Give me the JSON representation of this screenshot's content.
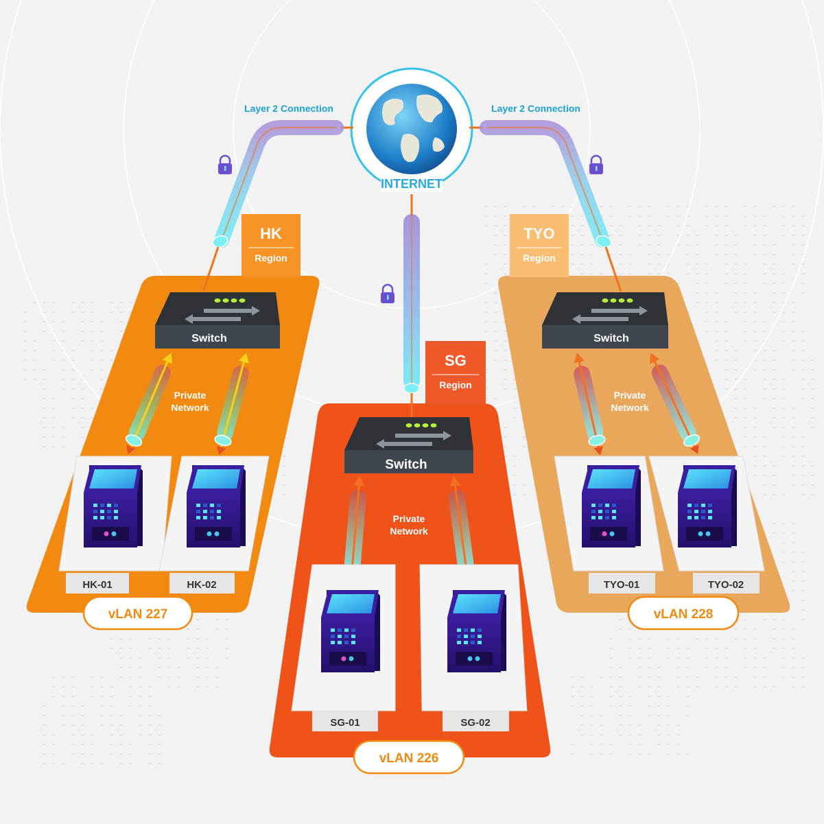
{
  "internet": {
    "label": "INTERNET"
  },
  "connections": {
    "left_label": "Layer 2 Connection",
    "right_label": "Layer 2 Connection"
  },
  "regions": [
    {
      "code": "HK",
      "region_label": "Region",
      "switch_label": "Switch",
      "private_network": [
        "Private",
        "Network"
      ],
      "servers": [
        "HK-01",
        "HK-02"
      ],
      "vlan": "vLAN 227",
      "color": "#f28a12"
    },
    {
      "code": "SG",
      "region_label": "Region",
      "switch_label": "Switch",
      "private_network": [
        "Private",
        "Network"
      ],
      "servers": [
        "SG-01",
        "SG-02"
      ],
      "vlan": "vLAN 226",
      "color": "#ef5319"
    },
    {
      "code": "TYO",
      "region_label": "Region",
      "switch_label": "Switch",
      "private_network": [
        "Private",
        "Network"
      ],
      "servers": [
        "TYO-01",
        "TYO-02"
      ],
      "vlan": "vLAN 228",
      "color": "#e9a75c"
    }
  ],
  "colors": {
    "background": "#f2f2f2",
    "hk_panel": "#f28a12",
    "sg_panel": "#ef5319",
    "tyo_panel": "#e9a75c",
    "tyo_tag": "#f9be72",
    "sg_tag": "#f0592a",
    "internet_ring": "#33c2ea",
    "cable_purple": "#9b8bd6",
    "cable_cyan": "#7be6f5",
    "server_body": "#3a1fa0",
    "server_screen": "#27c4ee",
    "switch_body": "#3c4148",
    "link_orange": "#f2711f",
    "text_blue": "#1aa2d6",
    "lock_purple": "#6a4fd1"
  }
}
